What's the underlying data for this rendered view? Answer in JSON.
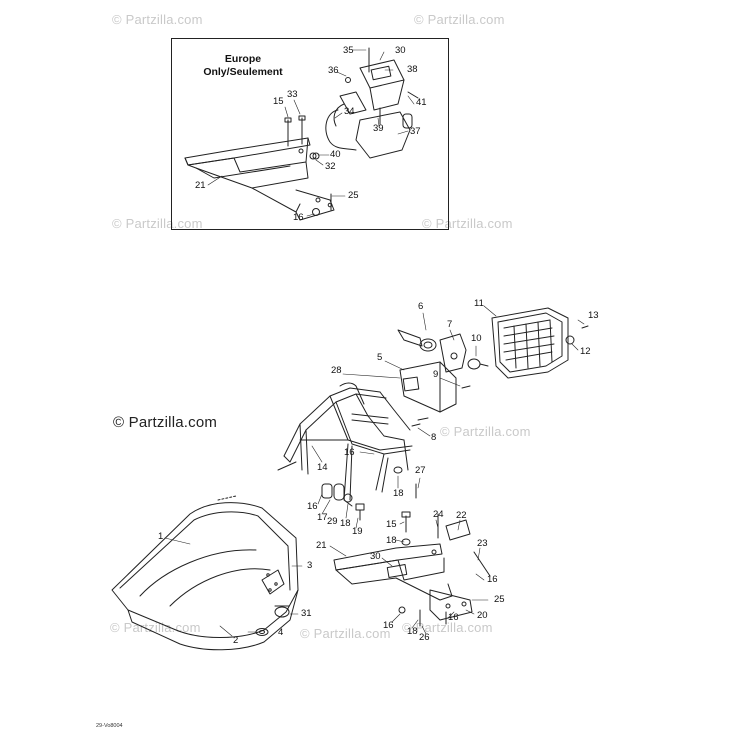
{
  "watermarks": [
    "© Partzilla.com",
    "© Partzilla.com",
    "© Partzilla.com",
    "© Partzilla.com",
    "© Partzilla.com",
    "© Partzilla.com",
    "© Partzilla.com",
    "© Partzilla.com"
  ],
  "watermark_main": "© Partzilla.com",
  "inset": {
    "title_line1": "Europe",
    "title_line2": "Only/Seulement"
  },
  "footer_code": "29-Vo8004",
  "callouts": {
    "inset": [
      "35",
      "30",
      "36",
      "38",
      "15",
      "33",
      "34",
      "41",
      "39",
      "37",
      "40",
      "32",
      "21",
      "25",
      "16"
    ],
    "main": [
      "6",
      "11",
      "13",
      "7",
      "12",
      "10",
      "5",
      "9",
      "28",
      "8",
      "14",
      "16",
      "27",
      "18",
      "16",
      "17",
      "29",
      "18",
      "19",
      "15",
      "24",
      "22",
      "18",
      "23",
      "21",
      "30",
      "16",
      "25",
      "16",
      "20",
      "16",
      "18",
      "26",
      "1",
      "3",
      "31",
      "2",
      "4"
    ]
  }
}
